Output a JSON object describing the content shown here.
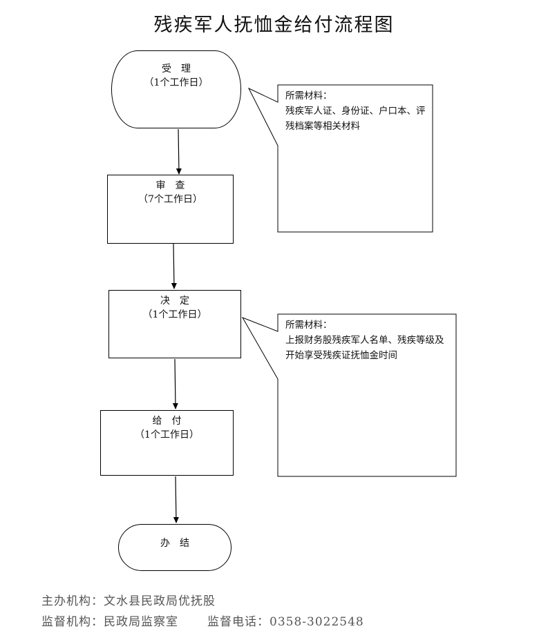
{
  "title": "残疾军人抚恤金给付流程图",
  "steps": [
    {
      "name": "受理",
      "days": "（1个工作日）"
    },
    {
      "name": "审查",
      "days": "（7个工作日）"
    },
    {
      "name": "决定",
      "days": "（1个工作日）"
    },
    {
      "name": "给付",
      "days": "（1个工作日）"
    },
    {
      "name": "办结"
    }
  ],
  "notes": [
    {
      "heading": "所需材料：",
      "body": "残疾军人证、身份证、户口本、评残档案等相关材料"
    },
    {
      "heading": "所需材料：",
      "body": "上报财务股残疾军人名单、残疾等级及开始享受残疾证抚恤金时间"
    }
  ],
  "footer": {
    "org": "主办机构：文水县民政局优抚股",
    "supervisor": "监督机构：民政局监察室",
    "phone": "监督电话：0358-3022548"
  }
}
